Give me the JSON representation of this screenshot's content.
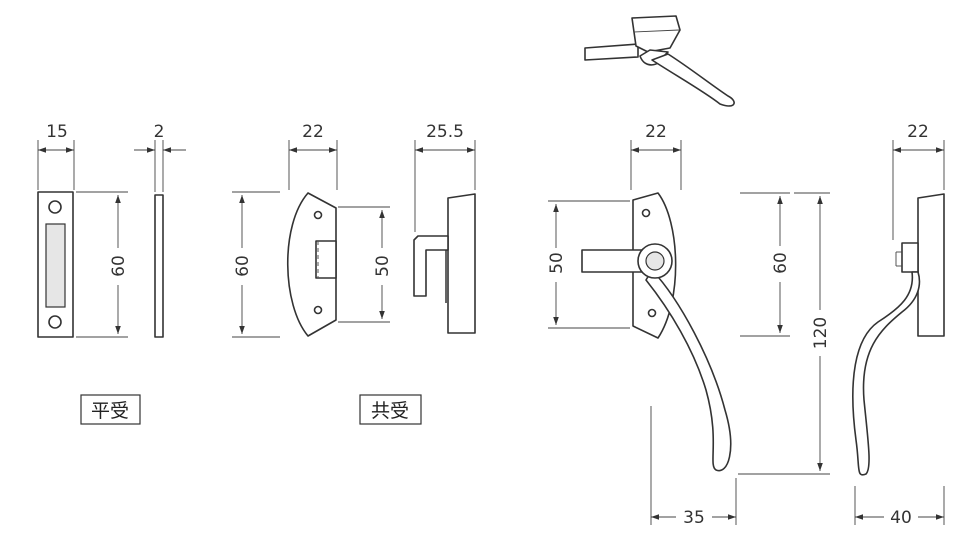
{
  "dimensions": {
    "flat_strike_width": "15",
    "flat_strike_thickness": "2",
    "flat_strike_height": "60",
    "common_strike_width": "22",
    "common_strike_depth": "25.5",
    "common_strike_height": "60",
    "common_strike_hole_pitch": "50",
    "lock_base_width": "22",
    "lock_hole_pitch": "50",
    "lock_base_height": "60",
    "lock_total_height": "120",
    "handle_reach": "35",
    "side_base_width": "22",
    "side_projection": "40"
  },
  "labels": {
    "flat_strike": "平受",
    "common_strike": "共受"
  },
  "colors": {
    "line": "#333333",
    "shade": "#e6e6e6",
    "background": "#ffffff"
  }
}
